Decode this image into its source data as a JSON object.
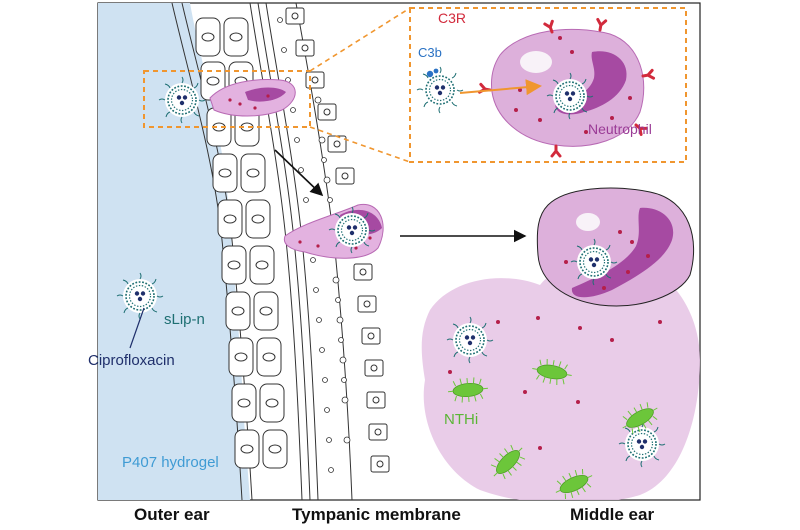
{
  "labels": {
    "c3r": "C3R",
    "c3b": "C3b",
    "neutrophil": "Neutrophil",
    "slipn": "sLip-n",
    "ciprofloxacin": "Ciprofloxacin",
    "nthi": "NTHi",
    "hydrogel": "P407 hydrogel"
  },
  "regions": {
    "outer_ear": "Outer ear",
    "tympanic_membrane": "Tympanic membrane",
    "middle_ear": "Middle ear"
  },
  "colors": {
    "hydrogel_fill": "#cfe2f2",
    "neutrophil_fill": "#d9a3d6",
    "neutrophil_nucleus": "#a64aa2",
    "receptor": "#d22a3c",
    "c3b": "#2a72c4",
    "bacteria": "#6cc63a",
    "liposome": "#1e6f73",
    "inset_border": "#f0962f",
    "c3r_text": "#d22a3c",
    "c3b_text": "#2a72c4",
    "neutrophil_text": "#9a3b96",
    "slipn_text": "#1e6f73",
    "cipro_text": "#1f2f6b",
    "nthi_text": "#5bb536",
    "hydrogel_text": "#3f9bd4"
  }
}
